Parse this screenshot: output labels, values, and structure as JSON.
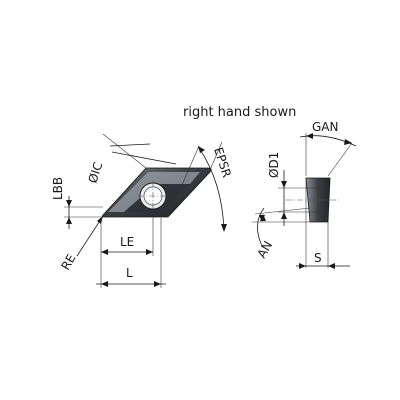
{
  "caption": "right hand shown",
  "labels": {
    "ic": "ØIC",
    "epsr": "EPSR",
    "lbb": "LBB",
    "re": "RE",
    "le": "LE",
    "l": "L",
    "gan": "GAN",
    "d1": "ØD1",
    "an": "AN",
    "s": "S"
  },
  "colors": {
    "insert_dark": "#2e3236",
    "insert_mid": "#5b6166",
    "insert_light": "#8d9398",
    "insert_face": "#b8bdc1",
    "line": "#1a1a1a"
  }
}
